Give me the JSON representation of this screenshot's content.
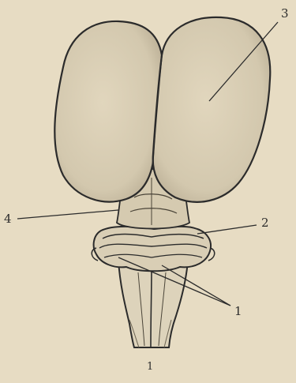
{
  "figure": {
    "callouts": [
      {
        "id": "1",
        "label": "1"
      },
      {
        "id": "2",
        "label": "2"
      },
      {
        "id": "3",
        "label": "3"
      },
      {
        "id": "4",
        "label": "4"
      }
    ],
    "caption": "1",
    "colors": {
      "paper": "#e7dcc3",
      "ink": "#2b2b2b",
      "hemisphere": "#d8cdb4",
      "shade": "#b8ad96"
    }
  }
}
